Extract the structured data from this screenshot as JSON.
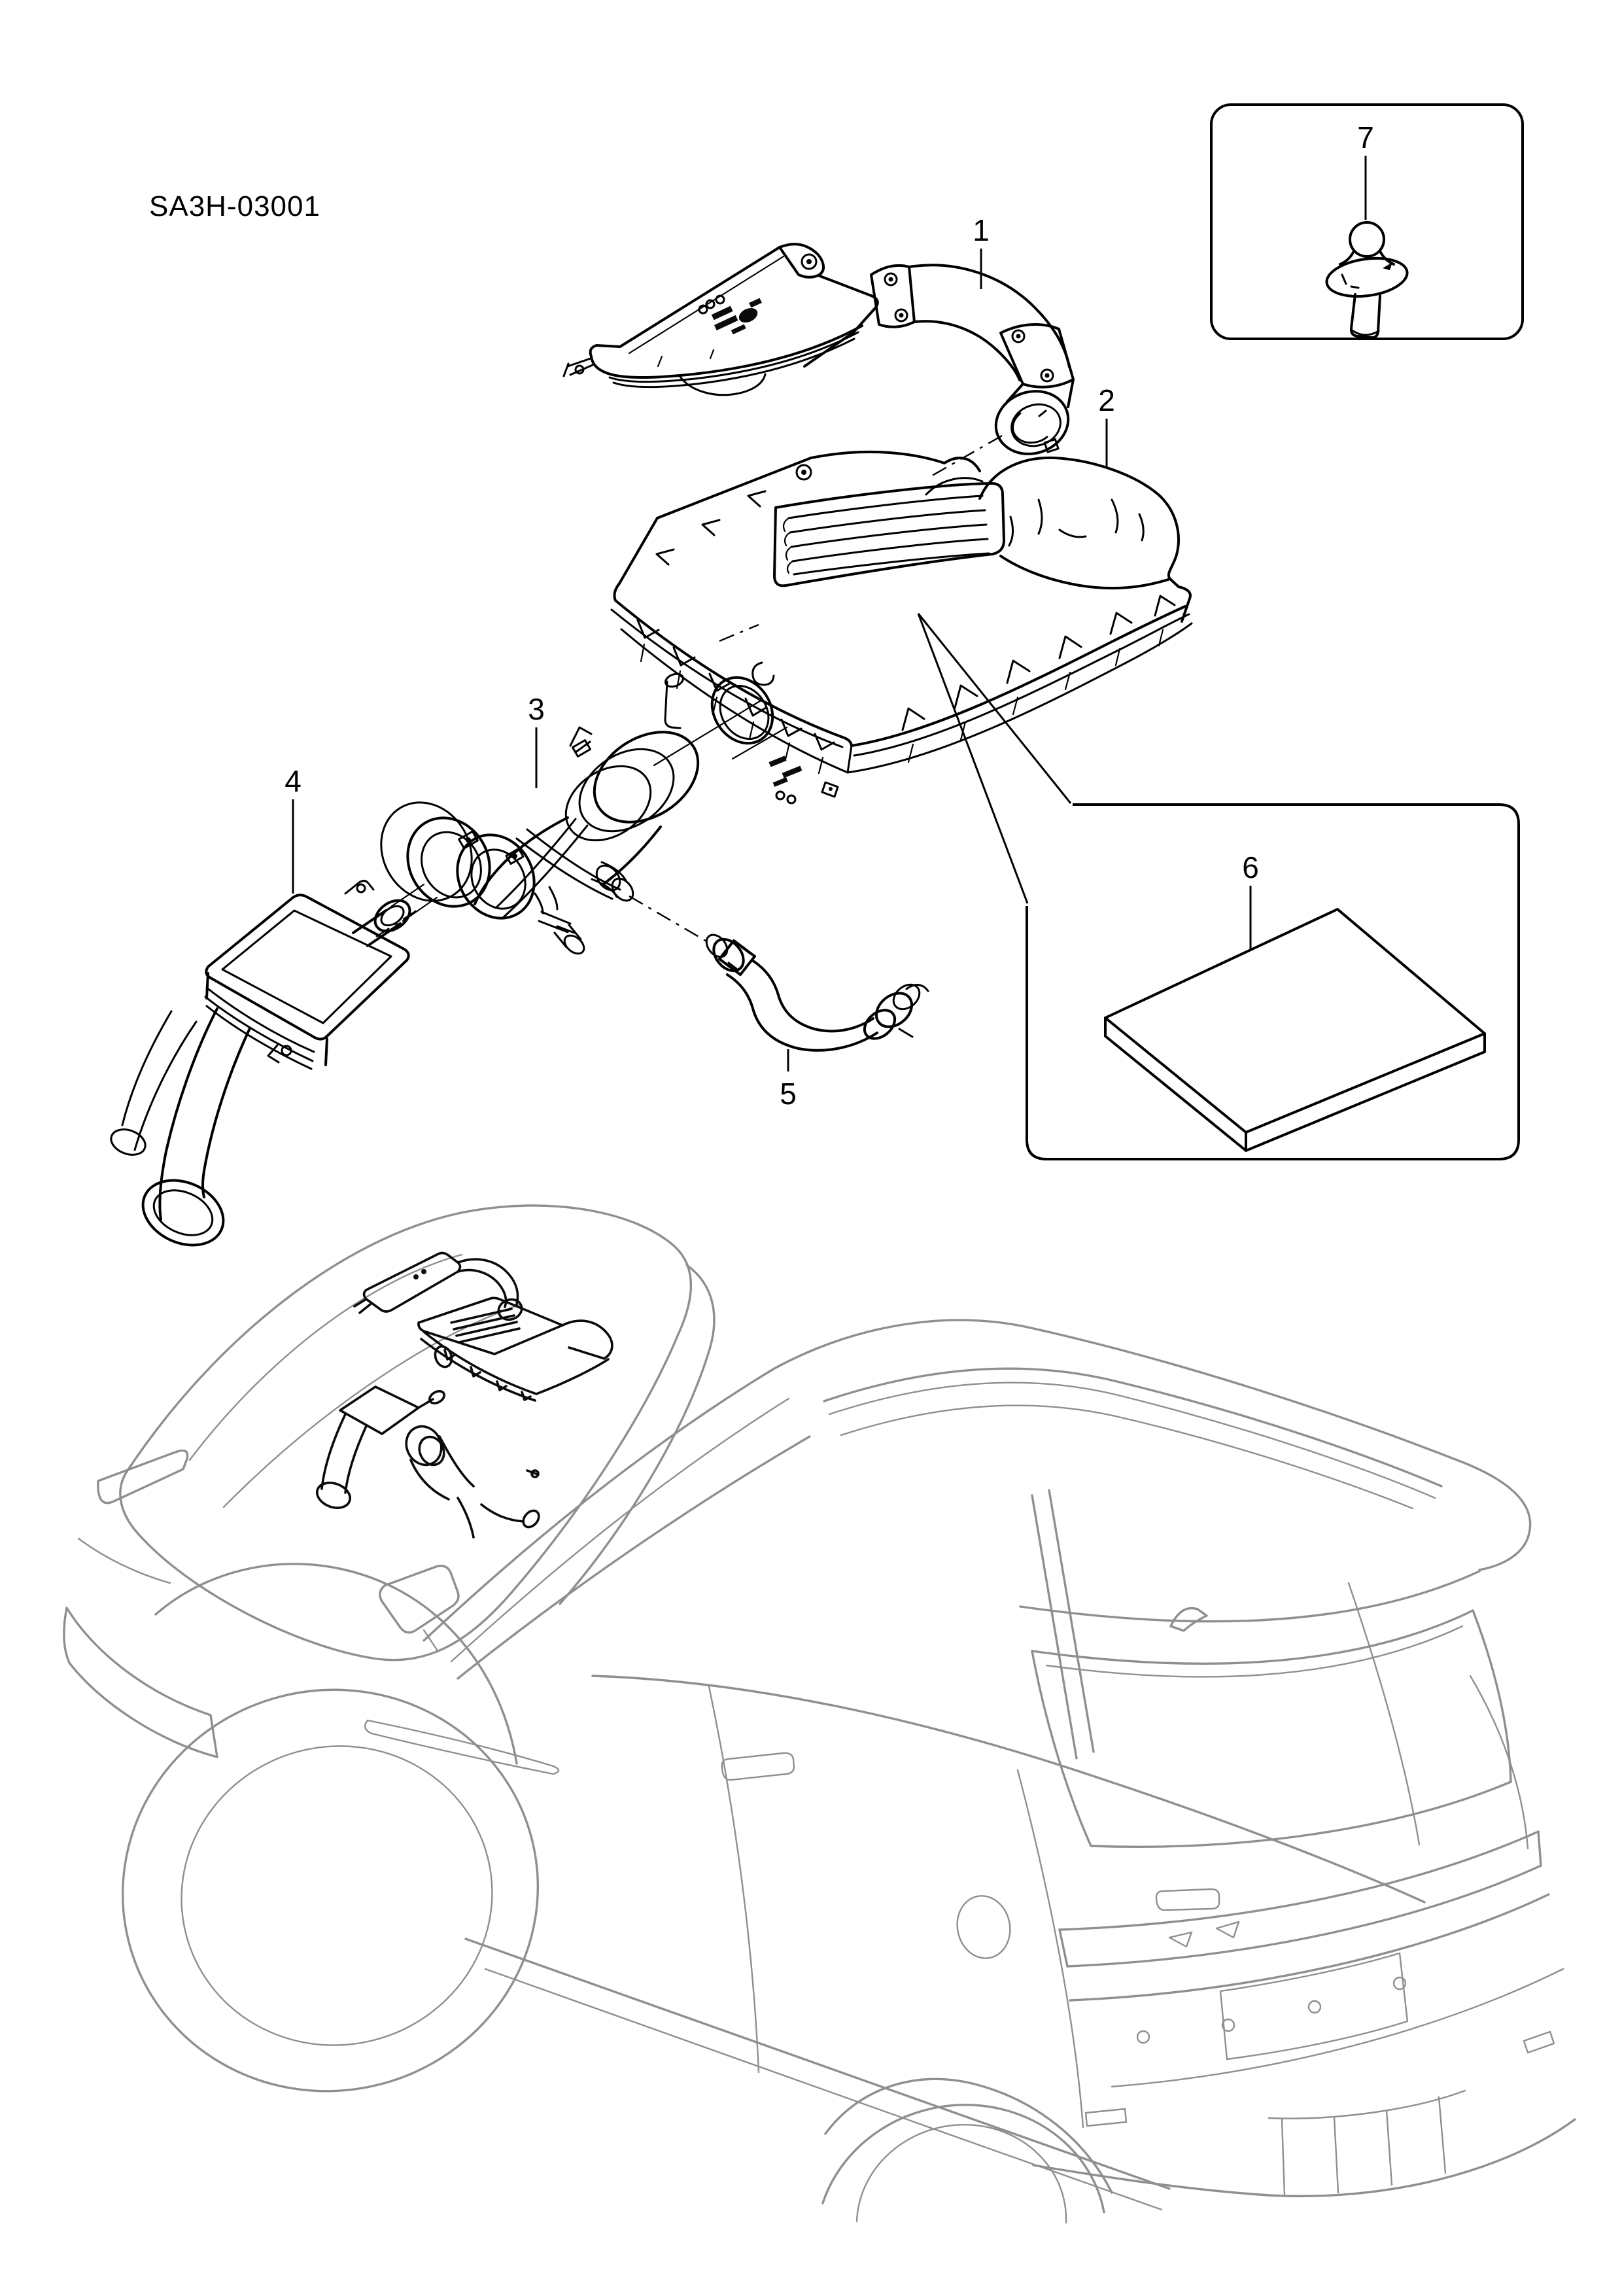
{
  "page": {
    "code": "SA3H-03001",
    "background_color": "#ffffff",
    "diagram_line_color": "#000000",
    "vehicle_line_color": "#8f8f8f"
  },
  "callouts": [
    {
      "label": "1"
    },
    {
      "label": "2"
    },
    {
      "label": "3"
    },
    {
      "label": "4"
    },
    {
      "label": "5"
    },
    {
      "label": "6"
    },
    {
      "label": "7"
    }
  ]
}
